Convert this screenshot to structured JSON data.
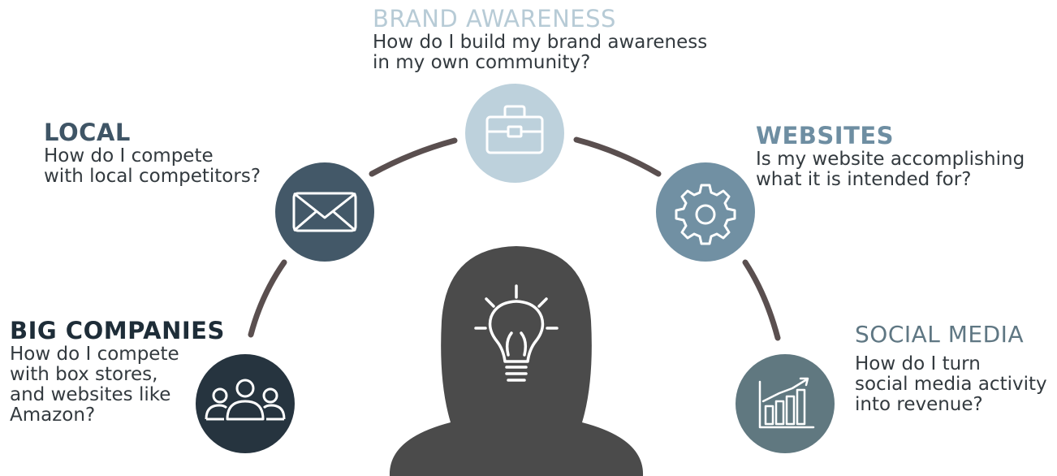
{
  "topics": {
    "brand_awareness": {
      "title": "BRAND AWARENESS",
      "question_line1": "How do I build my brand awareness",
      "question_line2": "in my own community?",
      "color": "#bdd1dc",
      "icon": "briefcase-icon"
    },
    "local": {
      "title": "LOCAL",
      "question_line1": "How do I compete",
      "question_line2": "with local competitors?",
      "color": "#435868",
      "icon": "envelope-icon"
    },
    "websites": {
      "title": "WEBSITES",
      "question_line1": "Is my website accomplishing",
      "question_line2": "what it is intended for?",
      "color": "#7190a3",
      "icon": "gear-icon"
    },
    "big_companies": {
      "title": "BIG COMPANIES",
      "question_line1": "How do I compete",
      "question_line2": "with box stores,",
      "question_line3": "and websites like",
      "question_line4": "Amazon?",
      "color": "#26343f",
      "icon": "people-icon"
    },
    "social_media": {
      "title": "SOCIAL MEDIA",
      "question_line1": "How do I turn",
      "question_line2": "social media activity",
      "question_line3": "into revenue?",
      "color": "#607880",
      "icon": "growth-chart-icon"
    }
  },
  "center": {
    "icon": "lightbulb-icon",
    "silhouette_color": "#4b4b4b"
  },
  "arc_color": "#5a4f4f"
}
